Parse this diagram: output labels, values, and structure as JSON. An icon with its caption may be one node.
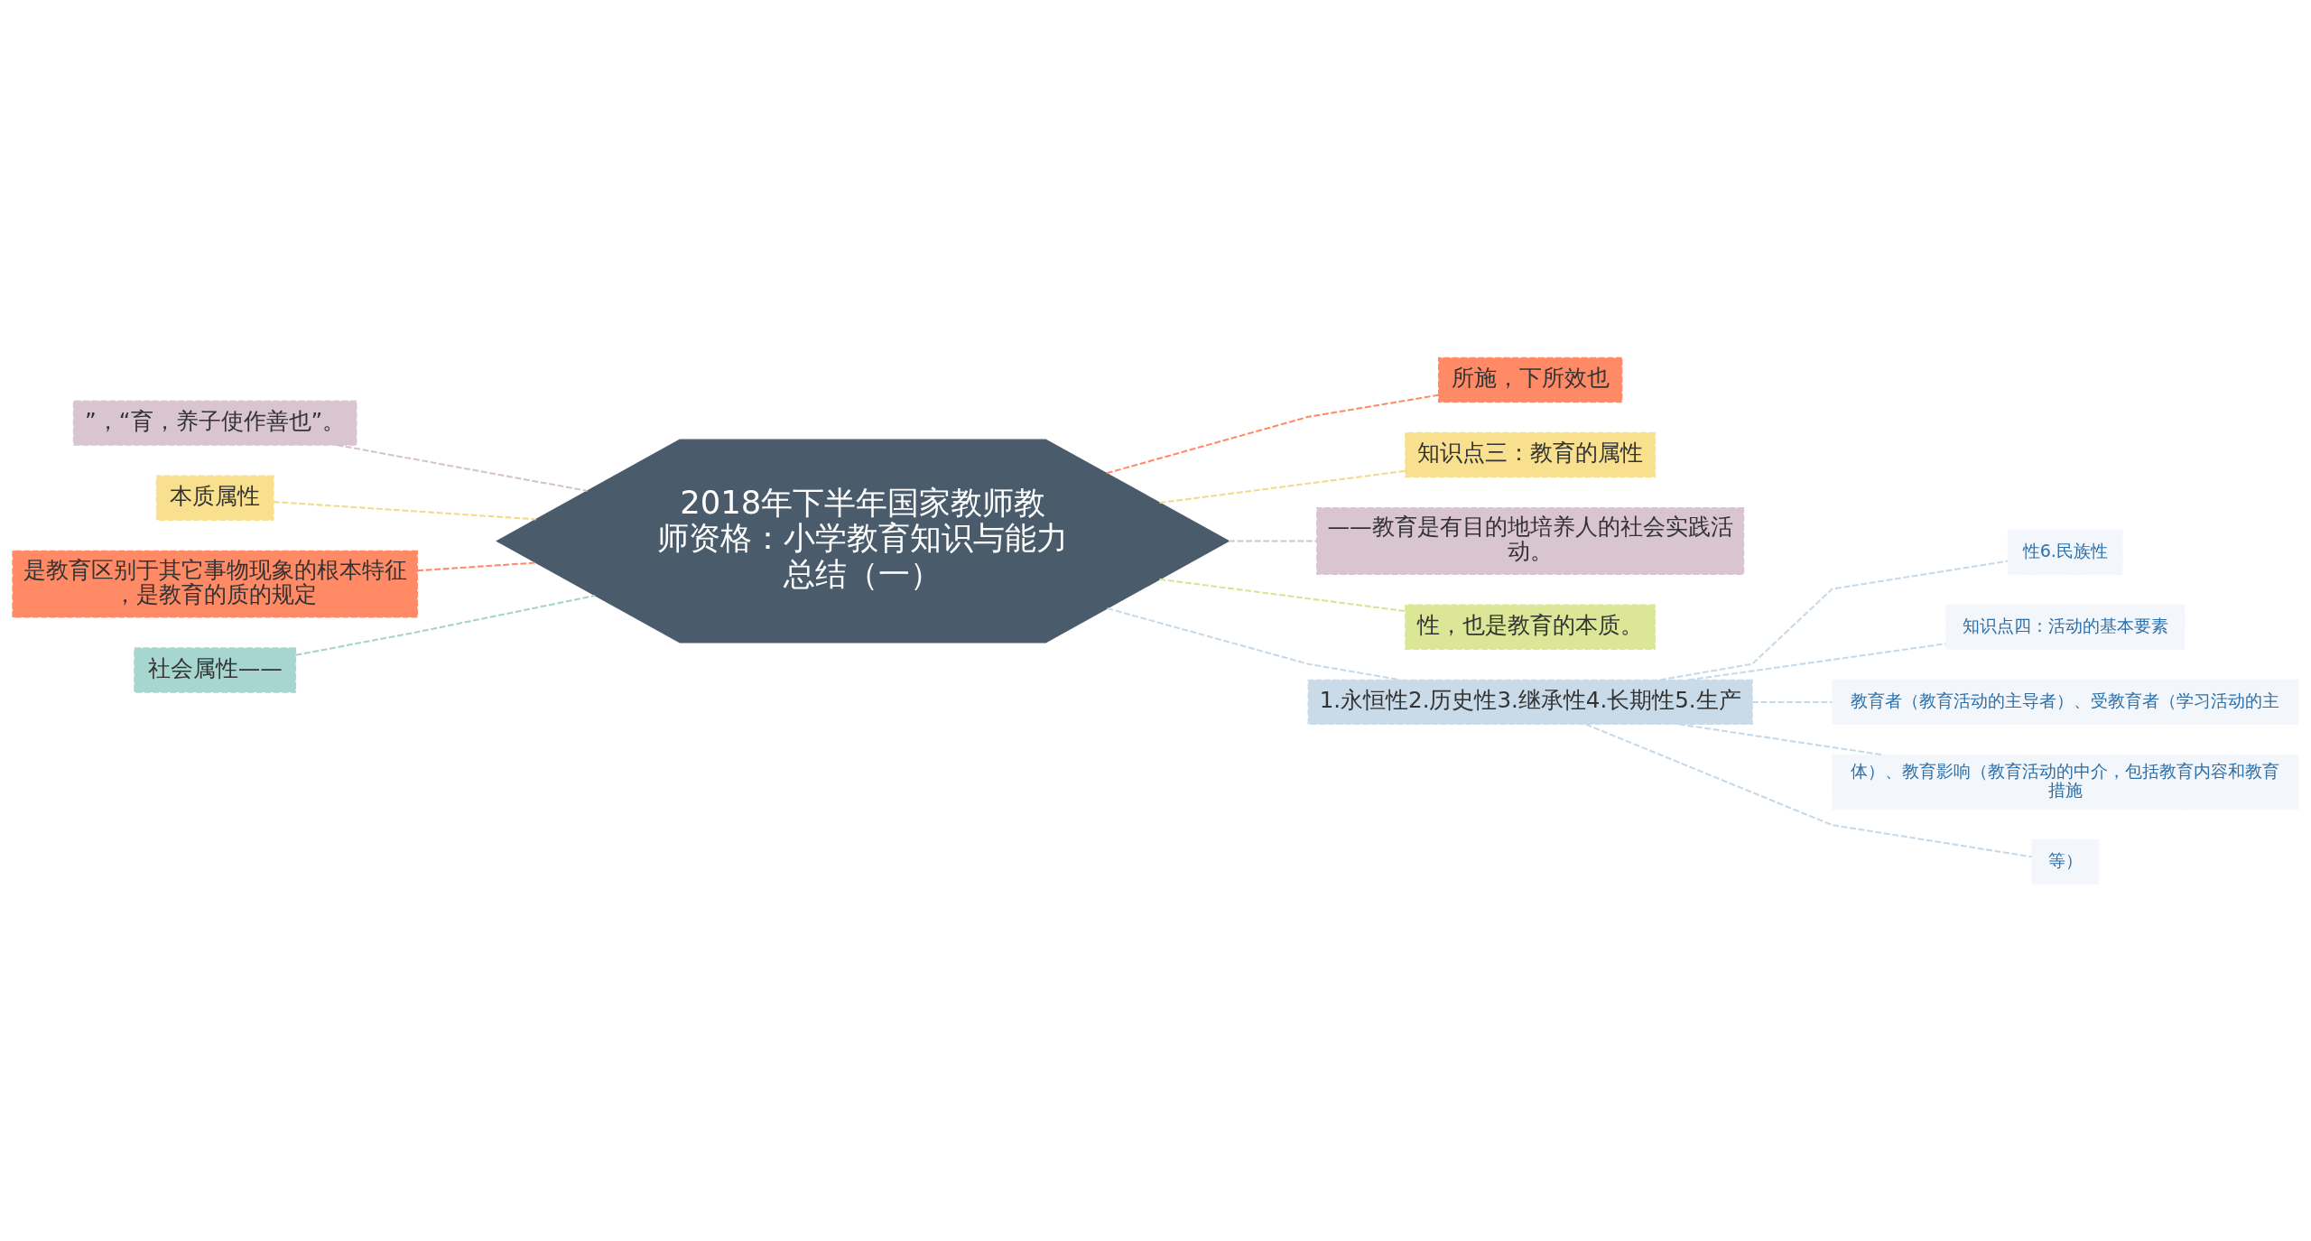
{
  "diagram": {
    "nodes": [
      {
        "text": [
          "2018年下半年国家教师教师资格：小学教育知识与能力总结（一）"
        ]
      },
      {
        "text": [
          "”，“育，养子使作善也”。"
        ]
      },
      {
        "text": [
          "本质属性"
        ]
      },
      {
        "text": [
          "是教育区别于其它事物现象的根本特征，是教育的质的规定"
        ]
      },
      {
        "text": [
          "社会属性——"
        ]
      },
      {
        "text": [
          "所施，下所效也"
        ]
      },
      {
        "text": [
          "知识点三：教育的属性"
        ]
      },
      {
        "text": [
          "——教育是有目的地培养人的社会实践活动。"
        ]
      },
      {
        "text": [
          "性，也是教育的本质。"
        ]
      },
      {
        "text": [
          "1.永恒性2.历史性3.继承性4.长期性5.生产"
        ]
      },
      {
        "text": [
          "性6.民族性"
        ]
      },
      {
        "text": [
          "知识点四：活动的基本要素"
        ]
      },
      {
        "text": [
          "教育者（教育活动的主导者）、受教育者（学习活动的主"
        ]
      },
      {
        "text": [
          "体）、教育影响（教育活动的中介，包括教育内容和教育措施"
        ]
      },
      {
        "text": [
          "等）"
        ]
      }
    ],
    "edges": [
      {
        "from": 0,
        "to": 1,
        "arrow": "none",
        "style": "dashed",
        "color": "#d5c3cc"
      },
      {
        "from": 0,
        "to": 2,
        "arrow": "none",
        "style": "dashed",
        "color": "#f3d98a"
      },
      {
        "from": 0,
        "to": 3,
        "arrow": "none",
        "style": "dashed",
        "color": "#ff8a65"
      },
      {
        "from": 0,
        "to": 4,
        "arrow": "none",
        "style": "dashed",
        "color": "#a3d3cb"
      },
      {
        "from": 0,
        "to": 5,
        "arrow": "none",
        "style": "dashed",
        "color": "#ff8a65"
      },
      {
        "from": 0,
        "to": 6,
        "arrow": "none",
        "style": "dashed",
        "color": "#f3d98a"
      },
      {
        "from": 0,
        "to": 7,
        "arrow": "none",
        "style": "dashed",
        "color": "#d5c3cc"
      },
      {
        "from": 0,
        "to": 8,
        "arrow": "none",
        "style": "dashed",
        "color": "#d6e592"
      },
      {
        "from": 0,
        "to": 9,
        "arrow": "none",
        "style": "dashed",
        "color": "#c6d9e8"
      },
      {
        "from": 9,
        "to": 10,
        "arrow": "none",
        "style": "dashed",
        "color": "#c6d9e8"
      },
      {
        "from": 9,
        "to": 11,
        "arrow": "none",
        "style": "dashed",
        "color": "#c6d9e8"
      },
      {
        "from": 9,
        "to": 12,
        "arrow": "none",
        "style": "dashed",
        "color": "#c6d9e8"
      },
      {
        "from": 9,
        "to": 13,
        "arrow": "none",
        "style": "dashed",
        "color": "#c6d9e8"
      },
      {
        "from": 9,
        "to": 14,
        "arrow": "none",
        "style": "dashed",
        "color": "#c6d9e8"
      }
    ]
  }
}
